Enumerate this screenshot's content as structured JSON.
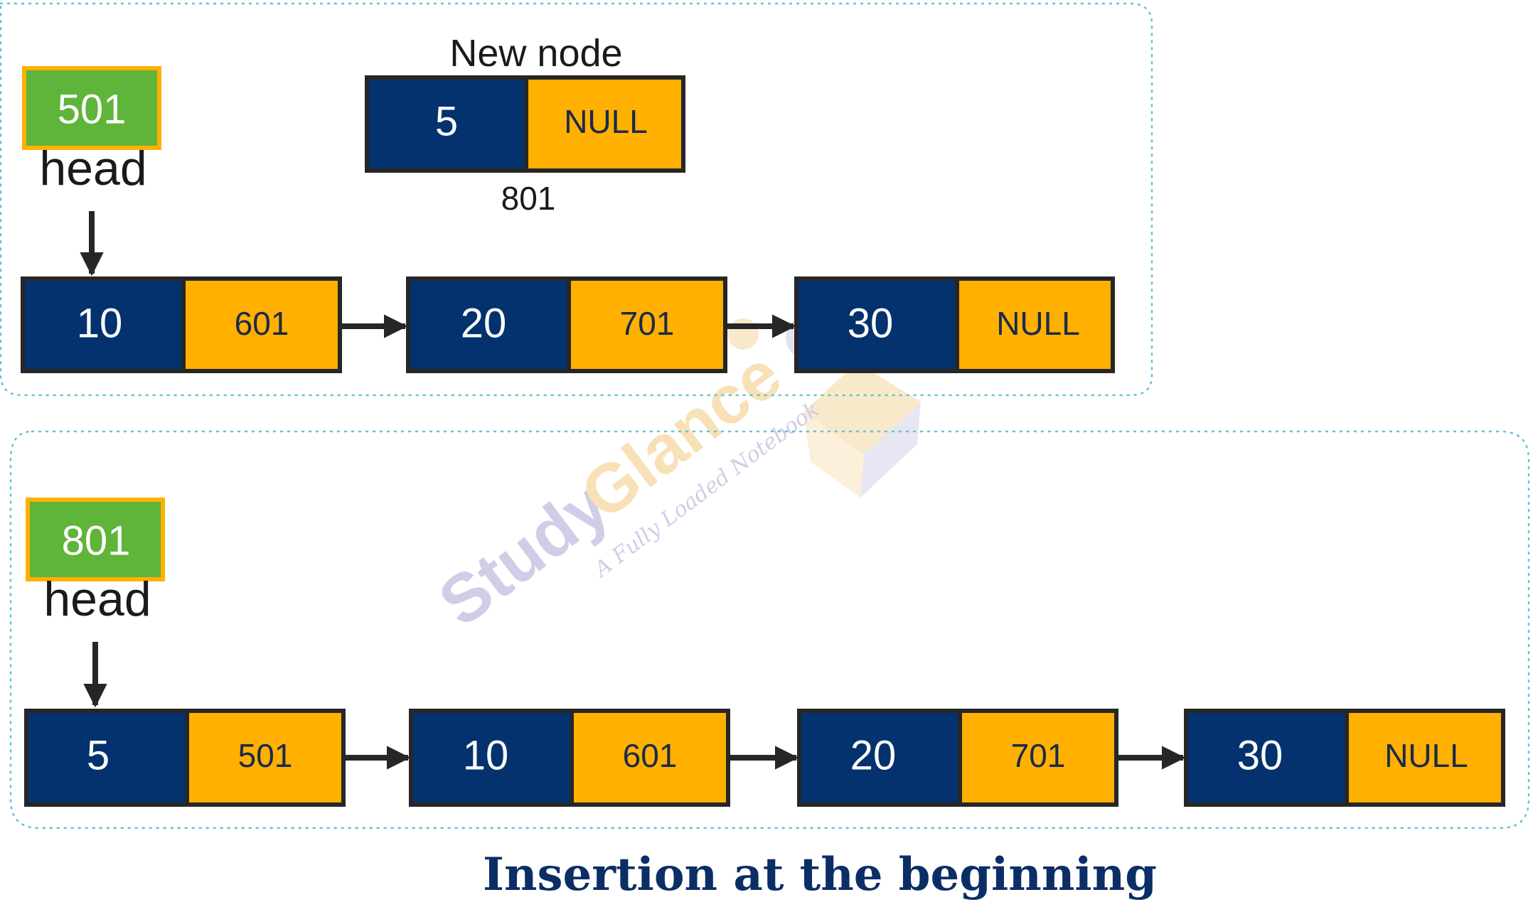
{
  "colors": {
    "data_fill": "#03326e",
    "link_fill": "#ffb000",
    "head_fill": "#5fb43a",
    "head_border": "#ffb000",
    "node_border": "#262626",
    "arrow": "#262626",
    "panel_border": "#5fc3d6",
    "title": "#0b2e66",
    "watermark": "#c9c5e3",
    "watermark_accent": "#f7dcaa"
  },
  "top_panel": {
    "head_value": "501",
    "head_label": "head",
    "new_node": {
      "label": "New node",
      "data": "5",
      "next": "NULL",
      "address": "801"
    },
    "nodes": [
      {
        "data": "10",
        "next": "601"
      },
      {
        "data": "20",
        "next": "701"
      },
      {
        "data": "30",
        "next": "NULL"
      }
    ]
  },
  "bottom_panel": {
    "head_value": "801",
    "head_label": "head",
    "nodes": [
      {
        "data": "5",
        "next": "501"
      },
      {
        "data": "10",
        "next": "601"
      },
      {
        "data": "20",
        "next": "701"
      },
      {
        "data": "30",
        "next": "NULL"
      }
    ]
  },
  "watermark": {
    "brand_study": "Study",
    "brand_glance": "Glance",
    "tagline": "A Fully Loaded Notebook"
  },
  "title": "Insertion at the beginning"
}
